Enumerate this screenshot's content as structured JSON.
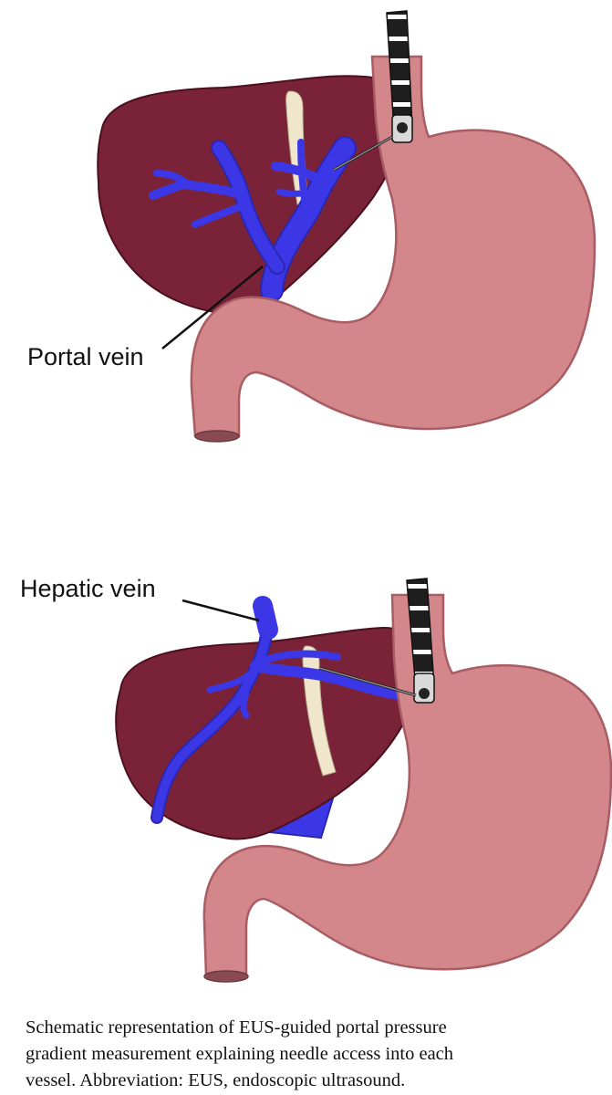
{
  "panels": [
    {
      "id": "portal",
      "label": "Portal vein"
    },
    {
      "id": "hepatic",
      "label": "Hepatic vein"
    }
  ],
  "caption": {
    "line1": "Schematic representation of EUS-guided portal pressure",
    "line2": "gradient measurement explaining needle access into each",
    "line3": "vessel. Abbreviation: EUS, endoscopic ultrasound."
  },
  "colors": {
    "liver": "#7a2237",
    "liver_outline": "#4a1020",
    "stomach": "#d4878a",
    "stomach_outline": "#a85c64",
    "vein": "#3c37e6",
    "ligament": "#efe6cc",
    "scope": "#1e1e1e"
  }
}
